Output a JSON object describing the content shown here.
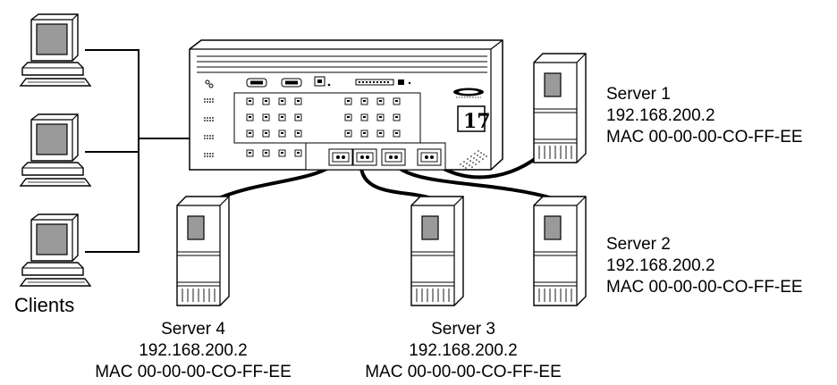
{
  "clients": {
    "label": "Clients"
  },
  "servers": [
    {
      "name": "Server 1",
      "ip": "192.168.200.2",
      "mac": "MAC 00-00-00-CO-FF-EE"
    },
    {
      "name": "Server 2",
      "ip": "192.168.200.2",
      "mac": "MAC 00-00-00-CO-FF-EE"
    },
    {
      "name": "Server 3",
      "ip": "192.168.200.2",
      "mac": "MAC 00-00-00-CO-FF-EE"
    },
    {
      "name": "Server 4",
      "ip": "192.168.200.2",
      "mac": "MAC 00-00-00-CO-FF-EE"
    }
  ],
  "switch": {
    "model_badge": "17"
  }
}
